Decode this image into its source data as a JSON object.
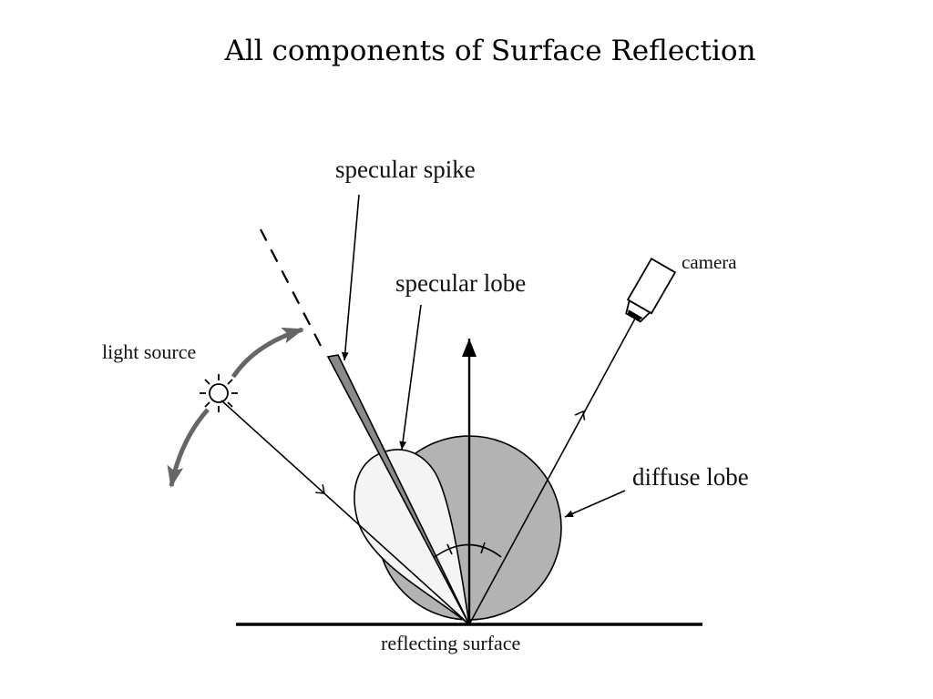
{
  "slide": {
    "title": "All components of Surface Reflection"
  },
  "diagram": {
    "labels": {
      "specular_spike": "specular spike",
      "specular_lobe": "specular lobe",
      "camera": "camera",
      "light_source": "light source",
      "diffuse_lobe": "diffuse lobe",
      "reflecting_surface": "reflecting surface"
    },
    "colors": {
      "diffuse_lobe_fill": "#b3b3b3",
      "specular_lobe_fill": "#f4f4f4",
      "specular_spike_fill": "#8a8a8a",
      "source_arc": "#666666",
      "line": "#000000"
    },
    "icons": [
      "sun-icon",
      "camera-icon"
    ]
  }
}
